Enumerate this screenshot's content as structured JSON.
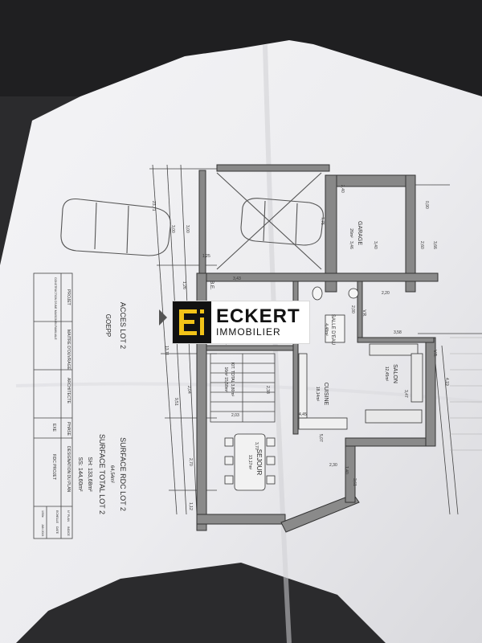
{
  "logo": {
    "name": "ECKERT",
    "subtitle": "IMMOBILIER",
    "accent": "#f2c318",
    "mark_bg": "#111111"
  },
  "plan": {
    "rooms": {
      "garage": "GARAGE",
      "garage_area": "26m²",
      "salle_deau": "SALLE D'EAU",
      "salle_deau_area": "4,48m²",
      "cuisine": "CUISINE",
      "cuisine_area": "18,14m²",
      "salon": "SALON",
      "salon_area": "12,45m²",
      "sejour": "SEJOUR",
      "sejour_area": "13,17m²",
      "kitchenette_text": "KIT. TOTAL 3,80m²",
      "kitchenette_area": "16m² 15,58m²",
      "be": "B.E.",
      "vr1": "V.R.",
      "vr2": "V.R."
    },
    "labels": {
      "acces": "ACCES LOT 2",
      "goepp": "GOEPP",
      "surface_lot": "SURFACE RDC LOT 2",
      "surface_lot_value": "64,54m²",
      "surface_total": "SURFACE TOTAL LOT 2",
      "sh": "SH: 133,68m²",
      "ss": "SS: 144,60m²"
    },
    "dimensions": [
      "3,00",
      "3,00",
      "23,71",
      "13,11",
      "9,51",
      "2,04",
      "2,70",
      "1,12",
      "1,25",
      "3,43",
      "3,46",
      "2,40",
      "7,75",
      "3,40",
      "2,60",
      "3,66",
      "0,90",
      "2,20",
      "2,00",
      "3,58",
      "3,47",
      "4,45",
      "5,07",
      "2,30",
      "3,61",
      "1,40",
      "2,03",
      "2,03",
      "2,38",
      "3,70",
      "4,19",
      "1,26"
    ],
    "cartouche": {
      "projet": "PROJET",
      "projet_value": "CONSTRUCTION D'UNE MAISON BI-FAMILIALE",
      "maitre": "MAITRE D'OUVRAGE",
      "architecte": "ARCHITECTE",
      "phase": "PHASE",
      "phase_value": "EXE",
      "designation": "DESIGNATION DU PLAN",
      "designation_value": "RDC PROJET",
      "plan_no": "N° PLAN",
      "indice": "INDICE",
      "echelle": "ECHELLE",
      "echelle_value": "1/50e",
      "date": "DATE",
      "date_value": "JAN 2024"
    }
  }
}
